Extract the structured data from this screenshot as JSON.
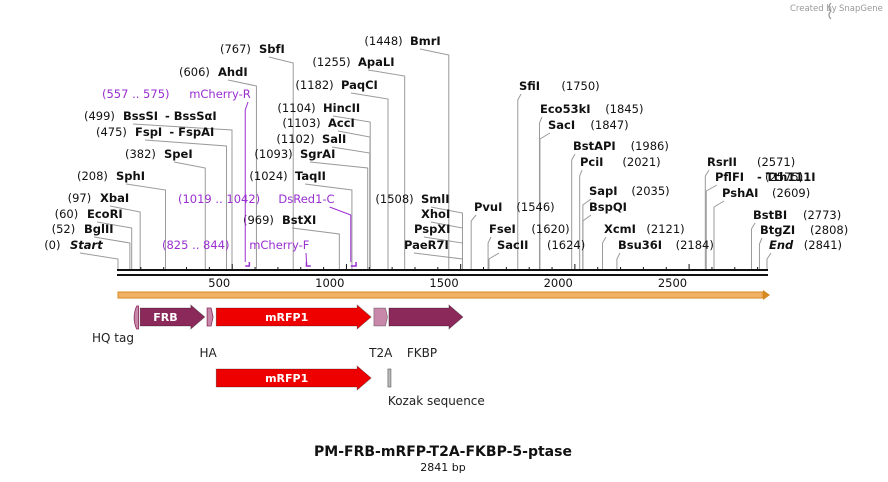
{
  "watermark": {
    "created_by": "Created by",
    "brand": "SnapGene"
  },
  "title": "PM-FRB-mRFP-T2A-FKBP-5-ptase",
  "length_label": "2841 bp",
  "length_bp": 2841,
  "ruler": {
    "ticks": [
      {
        "bp": 500,
        "label": "500"
      },
      {
        "bp": 1000,
        "label": "1000"
      },
      {
        "bp": 1500,
        "label": "1500"
      },
      {
        "bp": 2000,
        "label": "2000"
      },
      {
        "bp": 2500,
        "label": "2500"
      }
    ]
  },
  "sites": [
    {
      "pos": "(0)",
      "name": "Start",
      "italic": true,
      "bp": 0
    },
    {
      "pos": "(52)",
      "name": "BglII",
      "bp": 52
    },
    {
      "pos": "(60)",
      "name": "EcoRI",
      "bp": 60
    },
    {
      "pos": "(97)",
      "name": "XbaI",
      "bp": 97
    },
    {
      "pos": "(208)",
      "name": "SphI",
      "bp": 208
    },
    {
      "pos": "(382)",
      "name": "SpeI",
      "bp": 382
    },
    {
      "pos": "(475)",
      "name": "FspI",
      "suffix": "- FspAI",
      "bp": 475
    },
    {
      "pos": "(499)",
      "name": "BssSI",
      "suffix": "- BssSαI",
      "bp": 499
    },
    {
      "pos": "(606)",
      "name": "AhdI",
      "bp": 606
    },
    {
      "pos": "(767)",
      "name": "SbfI",
      "bp": 767
    },
    {
      "pos": "(969)",
      "name": "BstXI",
      "bp": 969
    },
    {
      "pos": "(1024)",
      "name": "TaqII",
      "bp": 1024
    },
    {
      "pos": "(1093)",
      "name": "SgrAI",
      "bp": 1093
    },
    {
      "pos": "(1102)",
      "name": "SalI",
      "bp": 1102
    },
    {
      "pos": "(1103)",
      "name": "AccI",
      "bp": 1103
    },
    {
      "pos": "(1104)",
      "name": "HincII",
      "bp": 1104
    },
    {
      "pos": "(1182)",
      "name": "PaqCI",
      "bp": 1182
    },
    {
      "pos": "(1255)",
      "name": "ApaLI",
      "bp": 1255
    },
    {
      "pos": "(1448)",
      "name": "BmrI",
      "bp": 1448
    },
    {
      "pos": "(1508)",
      "name": "SmlI",
      "bp": 1508
    },
    {
      "pos": "",
      "name": "XhoI",
      "bp": 1508
    },
    {
      "pos": "",
      "name": "PspXI",
      "bp": 1508
    },
    {
      "pos": "",
      "name": "PaeR7I",
      "bp": 1508
    },
    {
      "pos": "(1546)",
      "name": "PvuI",
      "bp": 1546
    },
    {
      "pos": "(1620)",
      "name": "FseI",
      "bp": 1620
    },
    {
      "pos": "(1624)",
      "name": "SacII",
      "bp": 1624
    },
    {
      "pos": "(1750)",
      "name": "SfiI",
      "bp": 1750
    },
    {
      "pos": "(1845)",
      "name": "Eco53kI",
      "bp": 1845
    },
    {
      "pos": "(1847)",
      "name": "SacI",
      "bp": 1847
    },
    {
      "pos": "(1986)",
      "name": "BstAPI",
      "bp": 1986
    },
    {
      "pos": "(2021)",
      "name": "PciI",
      "bp": 2021
    },
    {
      "pos": "(2035)",
      "name": "SapI",
      "bp": 2035
    },
    {
      "pos": "",
      "name": "BspQI",
      "bp": 2035
    },
    {
      "pos": "(2121)",
      "name": "XcmI",
      "bp": 2121
    },
    {
      "pos": "(2184)",
      "name": "Bsu36I",
      "bp": 2184
    },
    {
      "pos": "(2571)",
      "name": "RsrII",
      "bp": 2571
    },
    {
      "pos": "(2575)",
      "name": "PflFI",
      "suffix": "- Tth111I",
      "bp": 2575
    },
    {
      "pos": "(2609)",
      "name": "PshAI",
      "bp": 2609
    },
    {
      "pos": "(2773)",
      "name": "BstBI",
      "bp": 2773
    },
    {
      "pos": "(2808)",
      "name": "BtgZI",
      "bp": 2808
    },
    {
      "pos": "(2841)",
      "name": "End",
      "italic": true,
      "bp": 2841
    }
  ],
  "primers": [
    {
      "range": "(557 .. 575)",
      "name": "mCherry-R",
      "start": 557,
      "end": 575,
      "direction": "reverse"
    },
    {
      "range": "(1019 .. 1042)",
      "name": "DsRed1-C",
      "start": 1019,
      "end": 1042,
      "direction": "reverse"
    },
    {
      "range": "(825 .. 844)",
      "name": "mCherry-F",
      "start": 825,
      "end": 844,
      "direction": "forward"
    }
  ],
  "features": [
    {
      "name": "FRB",
      "start": 97,
      "end": 380,
      "color": "#8b2a5a",
      "label_inside": true
    },
    {
      "name": "HQ tag",
      "start": 64,
      "end": 90,
      "color": "#c788aa",
      "label_inside": false
    },
    {
      "name": "HA",
      "start": 390,
      "end": 418,
      "color": "#c788aa",
      "label_inside": false
    },
    {
      "name": "mRFP1",
      "start": 430,
      "end": 1108,
      "color": "#ee0000",
      "label_inside": true
    },
    {
      "name": "T2A",
      "start": 1120,
      "end": 1180,
      "color": "#c788aa",
      "label_inside": false
    },
    {
      "name": "FKBP",
      "start": 1186,
      "end": 1510,
      "color": "#8b2a5a",
      "label_inside": false
    },
    {
      "name": "mRFP1",
      "start": 430,
      "end": 1108,
      "color": "#ee0000",
      "label_inside": true,
      "row": 2
    },
    {
      "name": "Kozak sequence",
      "start": 1186,
      "end": 1196,
      "color": "#bbbbbb",
      "label_inside": false,
      "row": 2
    }
  ],
  "colors": {
    "backbone": "#111111",
    "orf_arrow": "#f0a030",
    "primer": "#9a2fd0"
  }
}
